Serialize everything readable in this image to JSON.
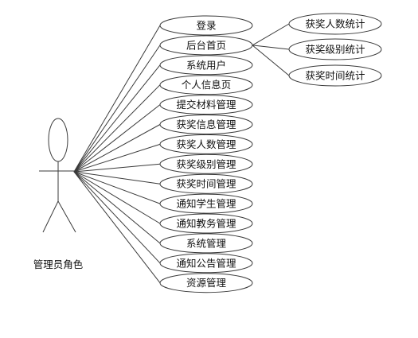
{
  "actor": {
    "label": "管理员角色"
  },
  "use_cases": [
    {
      "label": "登录"
    },
    {
      "label": "后台首页"
    },
    {
      "label": "系统用户"
    },
    {
      "label": "个人信息页"
    },
    {
      "label": "提交材料管理"
    },
    {
      "label": "获奖信息管理"
    },
    {
      "label": "获奖人数管理"
    },
    {
      "label": "获奖级别管理"
    },
    {
      "label": "获奖时间管理"
    },
    {
      "label": "通知学生管理"
    },
    {
      "label": "通知教务管理"
    },
    {
      "label": "系统管理"
    },
    {
      "label": "通知公告管理"
    },
    {
      "label": "资源管理"
    }
  ],
  "sub_use_cases": [
    {
      "label": "获奖人数统计"
    },
    {
      "label": "获奖级别统计"
    },
    {
      "label": "获奖时间统计"
    }
  ]
}
